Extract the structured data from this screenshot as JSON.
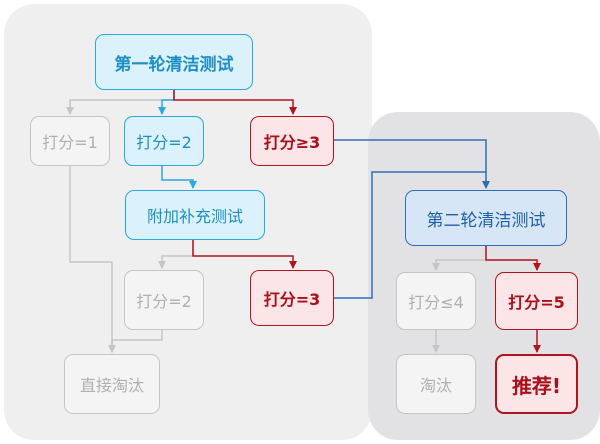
{
  "nodes": {
    "round1": "第一轮清洁测试",
    "score1": "打分=1",
    "score2": "打分=2",
    "score_ge3": "打分≥3",
    "supplement": "附加补充测试",
    "supp_score2": "打分=2",
    "supp_score3": "打分=3",
    "eliminate_direct": "直接淘汰",
    "round2": "第二轮清洁测试",
    "score_le4": "打分≤4",
    "score5": "打分=5",
    "eliminate": "淘汰",
    "recommend": "推荐!"
  },
  "colors": {
    "blue": "#29a9e0",
    "dark_blue": "#2a6fbe",
    "red": "#b01420",
    "grey": "#c5c5c5"
  }
}
